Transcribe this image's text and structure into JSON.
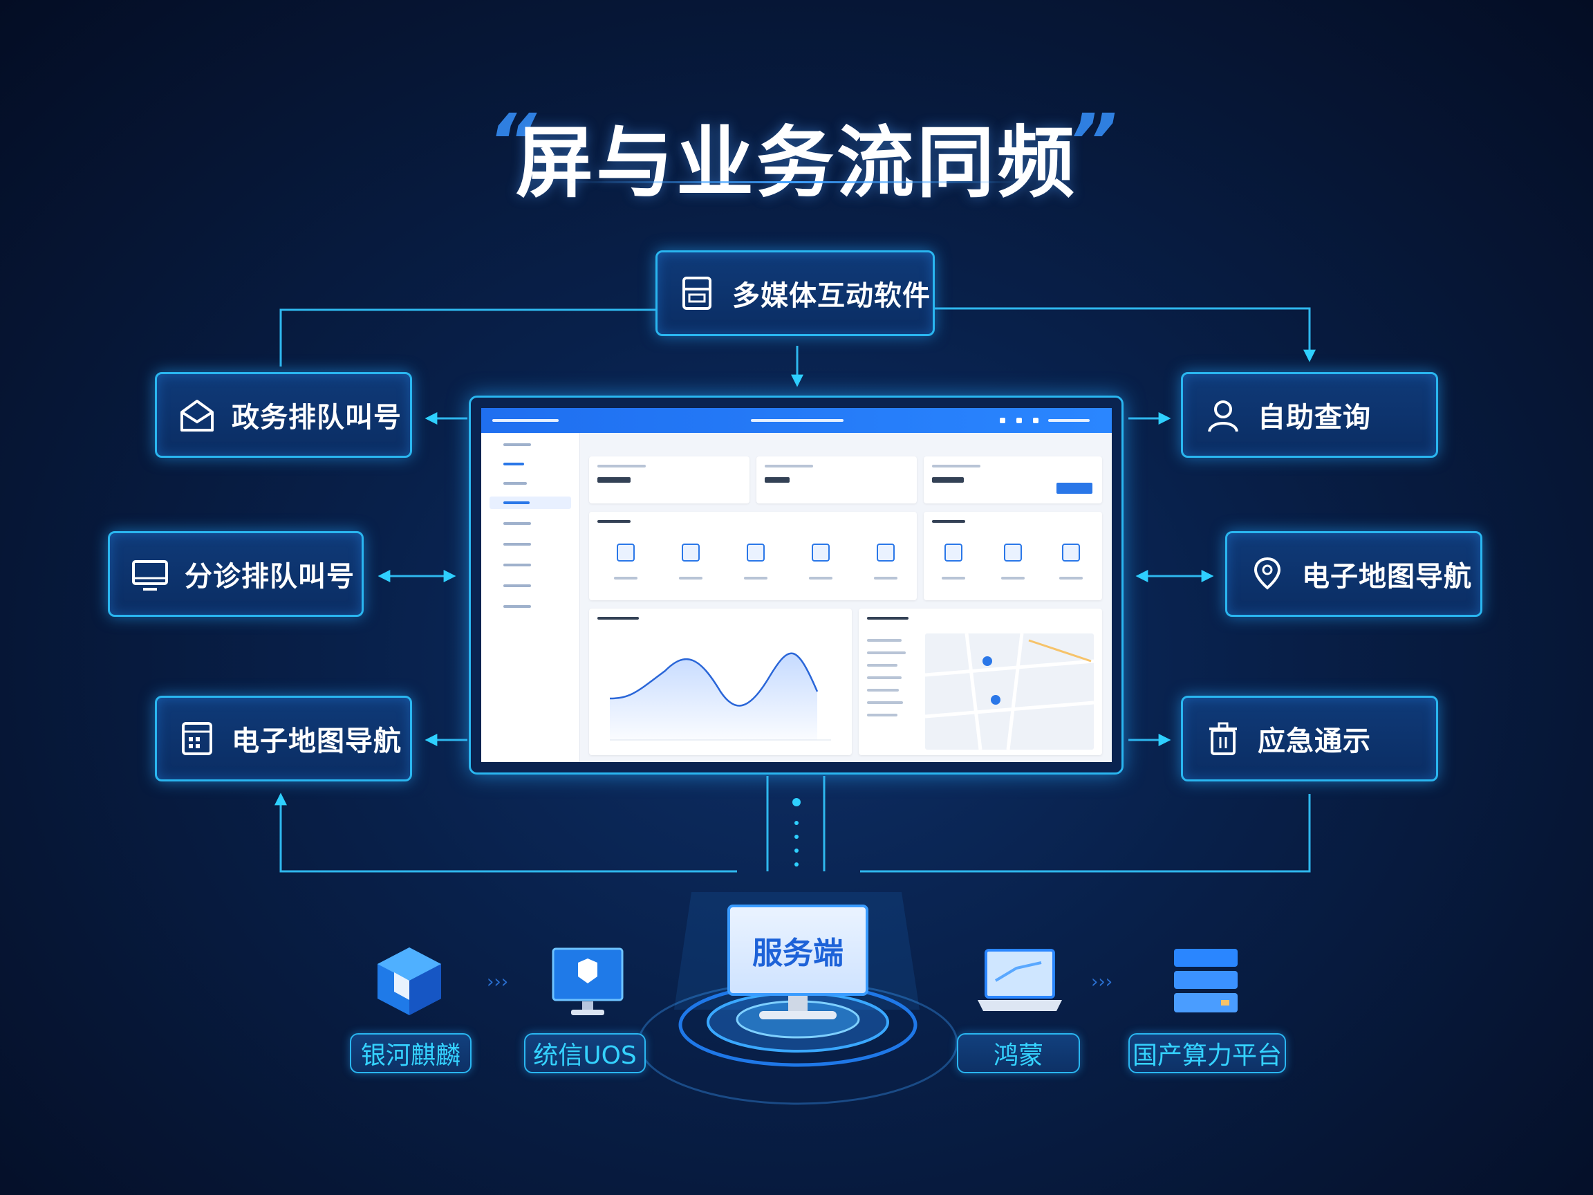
{
  "title": "屏与业务流同频",
  "quote_left": "“",
  "quote_right": "”",
  "top_module": {
    "label": "多媒体互动软件",
    "icon": "terminal-icon"
  },
  "left_modules": [
    {
      "label": "政务排队叫号",
      "icon": "envelope-icon"
    },
    {
      "label": "分诊排队叫号",
      "icon": "monitor-icon"
    },
    {
      "label": "电子地图导航",
      "icon": "calculator-icon"
    }
  ],
  "right_modules": [
    {
      "label": "自助查询",
      "icon": "user-icon"
    },
    {
      "label": "电子地图导航",
      "icon": "map-pin-icon"
    },
    {
      "label": "应急通示",
      "icon": "trash-icon"
    }
  ],
  "server": {
    "label": "服务端"
  },
  "platforms": [
    {
      "label": "银河麒麟",
      "icon": "kylin-cube-icon"
    },
    {
      "label": "统信UOS",
      "icon": "uos-monitor-icon"
    },
    {
      "label": "鸿蒙",
      "icon": "laptop-icon"
    },
    {
      "label": "国产算力平台",
      "icon": "server-rack-icon"
    }
  ],
  "colors": {
    "accent": "#2ab6f0",
    "background": "#071a3d",
    "screen_header": "#1f6ff0"
  }
}
